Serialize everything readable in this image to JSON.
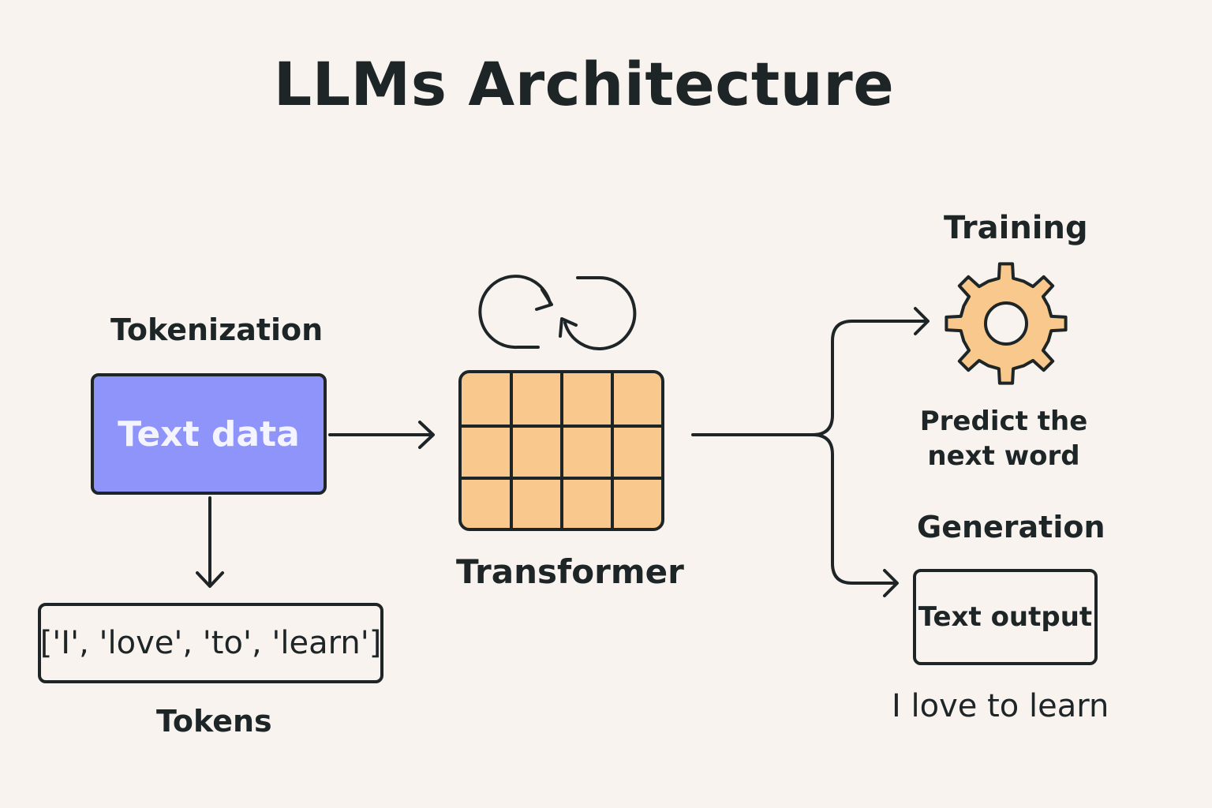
{
  "title": "LLMs Architecture",
  "tokenization": {
    "label": "Tokenization",
    "input_box": "Text data"
  },
  "tokens": {
    "box": "['I', 'love', 'to', 'learn']",
    "label": "Tokens"
  },
  "transformer": {
    "label": "Transformer",
    "grid_rows": 3,
    "grid_cols": 4
  },
  "training": {
    "label": "Training",
    "description_line1": "Predict the",
    "description_line2": "next word"
  },
  "generation": {
    "label": "Generation",
    "output_box": "Text output",
    "output_sentence": "I love to learn"
  },
  "icons": {
    "training": "gear-icon",
    "transformer_loop": "cycle-arrows-icon"
  },
  "colors": {
    "background": "#f8f3ee",
    "ink": "#1e2527",
    "text_data_box": "#8f94fb",
    "transformer_cells": "#f8c88c",
    "gear": "#f8c88c"
  }
}
